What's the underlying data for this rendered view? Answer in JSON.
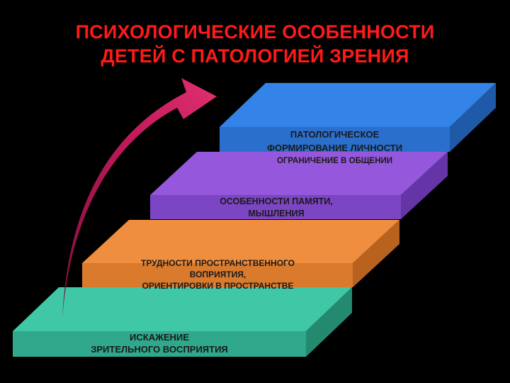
{
  "title": {
    "line1": "ПСИХОЛОГИЧЕСКИЕ ОСОБЕННОСТИ",
    "line2": "ДЕТЕЙ С ПАТОЛОГИЕЙ ЗРЕНИЯ"
  },
  "steps": [
    {
      "lines": [
        "ИСКАЖЕНИЕ",
        "ЗРИТЕЛЬНОГО ВОСПРИЯТИЯ"
      ],
      "color": "#3dbf9f"
    },
    {
      "lines": [
        "ТРУДНОСТИ ПРОСТРАНСТВЕННОГО",
        "ВОПРИЯТИЯ,",
        "ОРИЕНТИРОВКИ В ПРОСТРАНСТВЕ"
      ],
      "color": "#e8873a"
    },
    {
      "lines": [
        "ОСОБЕННОСТИ ПАМЯТИ,",
        "МЫШЛЕНИЯ"
      ],
      "color": "#8a4fd0"
    },
    {
      "lines": [
        "ОГРАНИЧЕНИЕ В ОБЩЕНИИ"
      ],
      "color": "#8a4fd0"
    },
    {
      "lines": [
        "ПАТОЛОГИЧЕСКОЕ",
        "ФОРМИРОВАНИЕ ЛИЧНОСТИ"
      ],
      "color": "#2f7be0"
    }
  ],
  "arrow_color": "#c21a5c"
}
